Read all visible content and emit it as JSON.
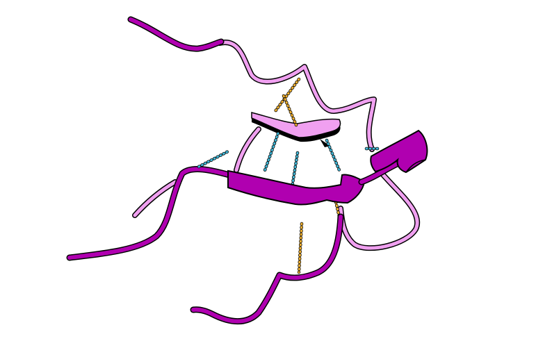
{
  "scene": {
    "background_color": "#ffffff",
    "colors": {
      "chain_dark": "#b000b0",
      "chain_light": "#f0a0f0",
      "outline": "#000000",
      "hbond_cyan": "#40b8d8",
      "hbond_orange": "#f0b030"
    },
    "ribbons": [
      {
        "name": "dark-coil-top-left",
        "shade": "dark"
      },
      {
        "name": "light-coil-upper",
        "shade": "light"
      },
      {
        "name": "light-strand-upper",
        "shade": "light"
      },
      {
        "name": "light-coil-left",
        "shade": "light"
      },
      {
        "name": "light-coil-right",
        "shade": "light"
      },
      {
        "name": "dark-coil-lower-left",
        "shade": "dark"
      },
      {
        "name": "dark-strand-middle",
        "shade": "dark"
      },
      {
        "name": "dark-helix-right",
        "shade": "dark"
      },
      {
        "name": "dark-coil-bottom",
        "shade": "dark"
      }
    ],
    "hydrogen_bonds": [
      {
        "name": "hbond-cyan-left",
        "color": "cyan"
      },
      {
        "name": "hbond-cyan-center-1",
        "color": "cyan"
      },
      {
        "name": "hbond-cyan-center-2",
        "color": "cyan"
      },
      {
        "name": "hbond-cyan-right",
        "color": "cyan"
      },
      {
        "name": "hbond-cyan-helix",
        "color": "cyan"
      },
      {
        "name": "hbond-orange-top",
        "color": "orange"
      },
      {
        "name": "hbond-orange-middle",
        "color": "orange"
      },
      {
        "name": "hbond-orange-bottom",
        "color": "orange"
      }
    ]
  }
}
